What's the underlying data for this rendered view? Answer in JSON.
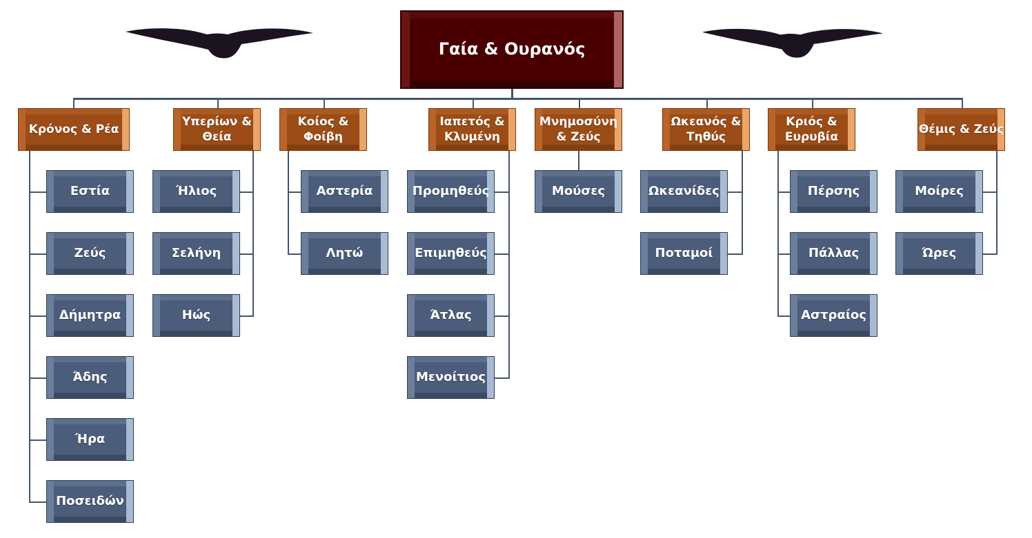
{
  "root": {
    "label": "Γαία & Ουρανός",
    "color": "#4a0000"
  },
  "colors": {
    "parent": "#9c4c16",
    "child": "#4b5d7a",
    "connector": "#44546a"
  },
  "families": [
    {
      "label": "Κρόνος & Ρέα",
      "children": [
        "Εστία",
        "Ζεύς",
        "Δήμητρα",
        "Άδης",
        "Ήρα",
        "Ποσειδών"
      ]
    },
    {
      "label": "Υπερίων & Θεία",
      "children": [
        "Ήλιος",
        "Σελήνη",
        "Ηώς"
      ]
    },
    {
      "label": "Κοίος & Φοίβη",
      "children": [
        "Αστερία",
        "Λητώ"
      ]
    },
    {
      "label": "Ιαπετός & Κλυμένη",
      "children": [
        "Προμηθεύς",
        "Επιμηθεύς",
        "Άτλας",
        "Μενοίτιος"
      ]
    },
    {
      "label": "Μνημοσύνη & Ζεύς",
      "children": [
        "Μούσες"
      ]
    },
    {
      "label": "Ωκεανός & Τηθύς",
      "children": [
        "Ωκεανίδες",
        "Ποταμοί"
      ]
    },
    {
      "label": "Κριός & Ευρυβία",
      "children": [
        "Πέρσης",
        "Πάλλας",
        "Αστραίος"
      ]
    },
    {
      "label": "Θέμις & Ζεύς",
      "children": [
        "Μοίρες",
        "Ώρες"
      ]
    }
  ],
  "decorations": [
    "eagle-left",
    "eagle-right"
  ]
}
